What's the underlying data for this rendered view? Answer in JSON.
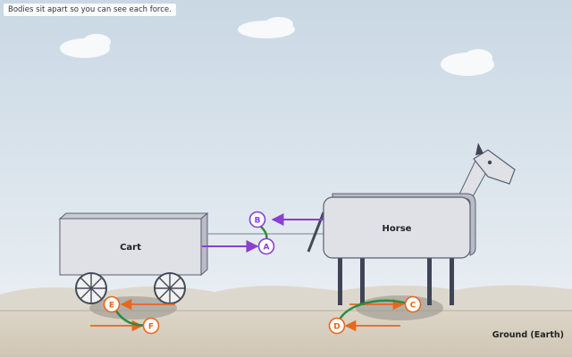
{
  "caption": "Bodies sit apart so you can see each force.",
  "labels": {
    "cart": "Cart",
    "horse": "Horse",
    "ground": "Ground (Earth)"
  },
  "markers": {
    "a": "A",
    "b": "B",
    "c": "C",
    "d": "D",
    "e": "E",
    "f": "F"
  },
  "colors": {
    "purple_arrow": "#8a3fd1",
    "orange_arrow": "#e8671c",
    "green_link": "#2e8b3e",
    "marker_fill": "#ffffff"
  }
}
